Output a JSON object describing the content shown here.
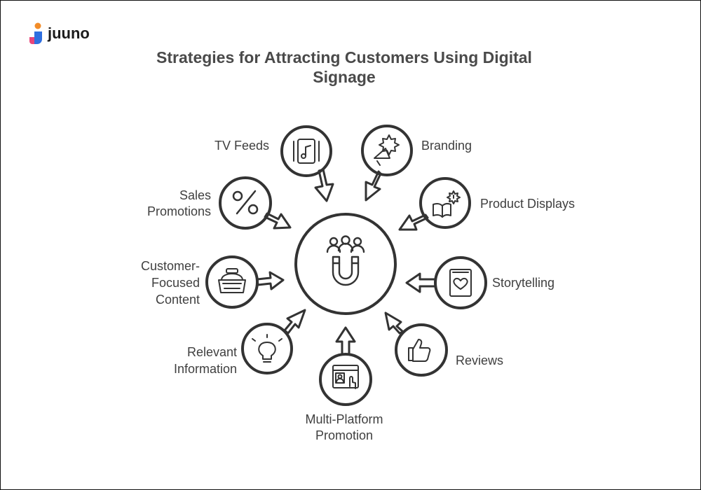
{
  "brand": {
    "name": "juuno"
  },
  "title": {
    "line1": "Strategies for Attracting Customers Using Digital",
    "line2": "Signage"
  },
  "strategies": [
    {
      "id": "tv-feeds",
      "lines": [
        "TV Feeds"
      ],
      "icon": "music-tablet-icon"
    },
    {
      "id": "branding",
      "lines": [
        "Branding"
      ],
      "icon": "megaphone-icon"
    },
    {
      "id": "product-displays",
      "lines": [
        "Product Displays"
      ],
      "icon": "open-book-icon"
    },
    {
      "id": "storytelling",
      "lines": [
        "Storytelling"
      ],
      "icon": "heart-book-icon"
    },
    {
      "id": "reviews",
      "lines": [
        "Reviews"
      ],
      "icon": "thumbs-up-icon"
    },
    {
      "id": "multi-platform-promotion",
      "lines": [
        "Multi-Platform",
        "Promotion"
      ],
      "icon": "browser-profile-icon"
    },
    {
      "id": "relevant-information",
      "lines": [
        "Relevant",
        "Information"
      ],
      "icon": "lightbulb-icon"
    },
    {
      "id": "customer-focused-content",
      "lines": [
        "Customer-",
        "Focused",
        "Content"
      ],
      "icon": "basket-icon"
    },
    {
      "id": "sales-promotions",
      "lines": [
        "Sales",
        "Promotions"
      ],
      "icon": "percent-icon"
    }
  ],
  "center": {
    "icon": "people-magnet-icon"
  },
  "colors": {
    "stroke": "#333333",
    "text": "#3f3f3f",
    "title": "#4a4a4a",
    "logo_orange": "#f28c28",
    "logo_blue": "#2f6fe0",
    "logo_pink": "#e8457a"
  }
}
